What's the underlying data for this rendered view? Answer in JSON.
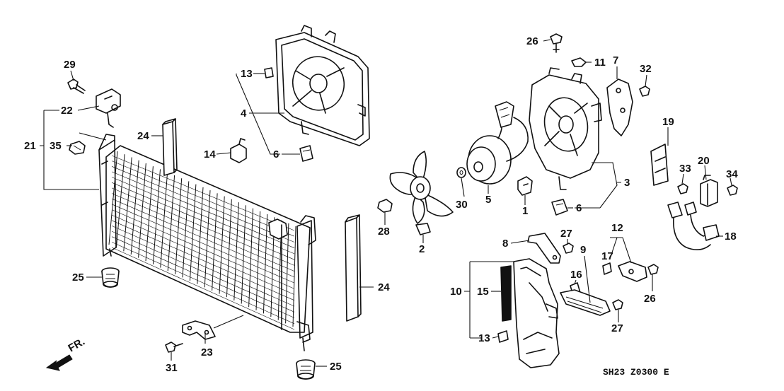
{
  "callouts": [
    {
      "id": "l29",
      "text": "29"
    },
    {
      "id": "l22",
      "text": "22"
    },
    {
      "id": "l21",
      "text": "21"
    },
    {
      "id": "l35",
      "text": "35"
    },
    {
      "id": "l24a",
      "text": "24"
    },
    {
      "id": "l13a",
      "text": "13"
    },
    {
      "id": "l4",
      "text": "4"
    },
    {
      "id": "l14",
      "text": "14"
    },
    {
      "id": "l6a",
      "text": "6"
    },
    {
      "id": "l26a",
      "text": "26"
    },
    {
      "id": "l11",
      "text": "11"
    },
    {
      "id": "l7",
      "text": "7"
    },
    {
      "id": "l32",
      "text": "32"
    },
    {
      "id": "l19",
      "text": "19"
    },
    {
      "id": "l3",
      "text": "3"
    },
    {
      "id": "l6b",
      "text": "6"
    },
    {
      "id": "l1",
      "text": "1"
    },
    {
      "id": "l5",
      "text": "5"
    },
    {
      "id": "l30",
      "text": "30"
    },
    {
      "id": "l28",
      "text": "28"
    },
    {
      "id": "l2",
      "text": "2"
    },
    {
      "id": "l20",
      "text": "20"
    },
    {
      "id": "l33",
      "text": "33"
    },
    {
      "id": "l34",
      "text": "34"
    },
    {
      "id": "l18",
      "text": "18"
    },
    {
      "id": "l12",
      "text": "12"
    },
    {
      "id": "l8",
      "text": "8"
    },
    {
      "id": "l27a",
      "text": "27"
    },
    {
      "id": "l9",
      "text": "9"
    },
    {
      "id": "l17",
      "text": "17"
    },
    {
      "id": "l16",
      "text": "16"
    },
    {
      "id": "l26b",
      "text": "26"
    },
    {
      "id": "l10",
      "text": "10"
    },
    {
      "id": "l15",
      "text": "15"
    },
    {
      "id": "l27b",
      "text": "27"
    },
    {
      "id": "l13b",
      "text": "13"
    },
    {
      "id": "l24b",
      "text": "24"
    },
    {
      "id": "l25a",
      "text": "25"
    },
    {
      "id": "l25b",
      "text": "25"
    },
    {
      "id": "l23",
      "text": "23"
    },
    {
      "id": "l31",
      "text": "31"
    }
  ],
  "front_indicator": "FR.",
  "diagram_code": "SH23  Z0300 E"
}
